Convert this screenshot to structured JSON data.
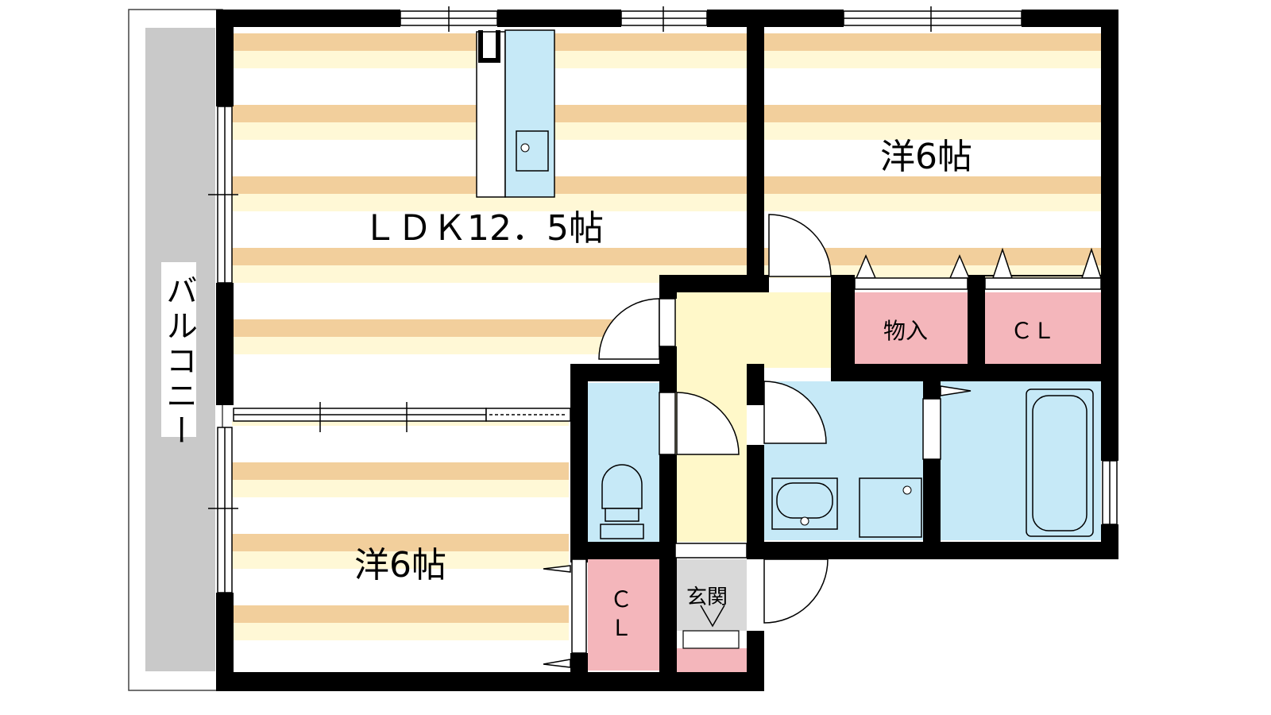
{
  "floorplan": {
    "balcony_label": "バルコニー",
    "rooms": {
      "ldk": "ＬＤＫ12．5帖",
      "western_north": "洋6帖",
      "western_south": "洋6帖",
      "storage": "物入",
      "closet_north": "ＣＬ",
      "closet_south": "Ｃ\nＬ",
      "entrance": "玄関"
    }
  },
  "colors": {
    "wall": "#000000",
    "floor_stripe": "#f2cf9c",
    "floor_light": "#fff8d6",
    "wet_area": "#c6e9f7",
    "storage": "#f4b6bb",
    "hall": "#fff8c9",
    "balcony": "#c9c9c9"
  }
}
